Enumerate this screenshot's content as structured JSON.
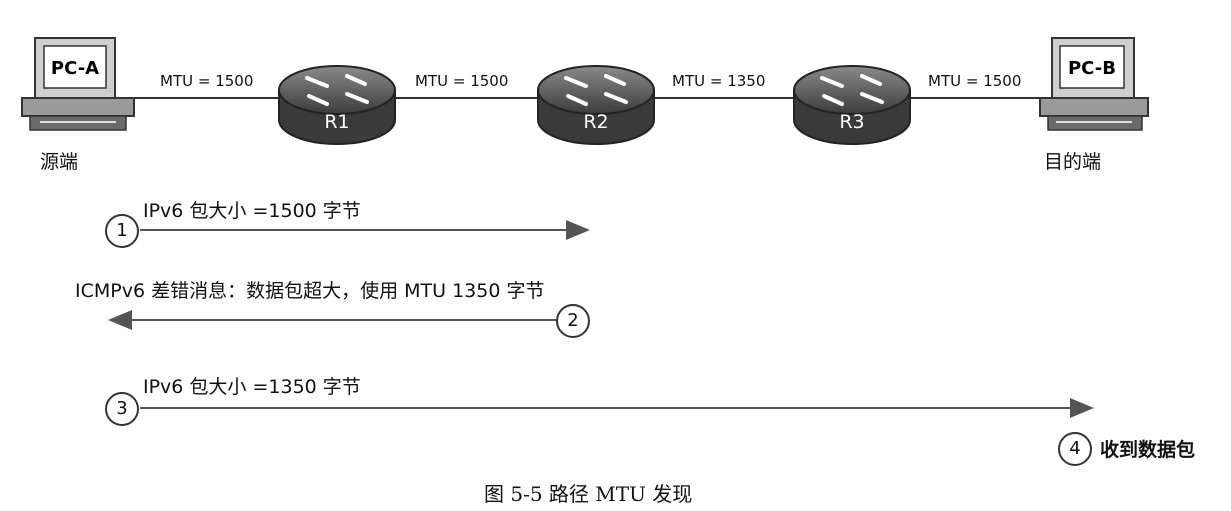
{
  "hosts": {
    "pc_a": "PC-A",
    "pc_b": "PC-B",
    "source": "源端",
    "destination": "目的端"
  },
  "routers": [
    "R1",
    "R2",
    "R3"
  ],
  "links": [
    {
      "label": "MTU = 1500"
    },
    {
      "label": "MTU = 1500"
    },
    {
      "label": "MTU = 1350"
    },
    {
      "label": "MTU = 1500"
    }
  ],
  "steps": [
    {
      "num": "1",
      "text": "IPv6 包大小 =1500 字节"
    },
    {
      "num": "2",
      "text": "ICMPv6 差错消息：数据包超大，使用 MTU 1350 字节"
    },
    {
      "num": "3",
      "text": "IPv6 包大小 =1350 字节"
    },
    {
      "num": "4",
      "text": "收到数据包"
    }
  ],
  "caption": "图 5-5   路径 MTU 发现"
}
